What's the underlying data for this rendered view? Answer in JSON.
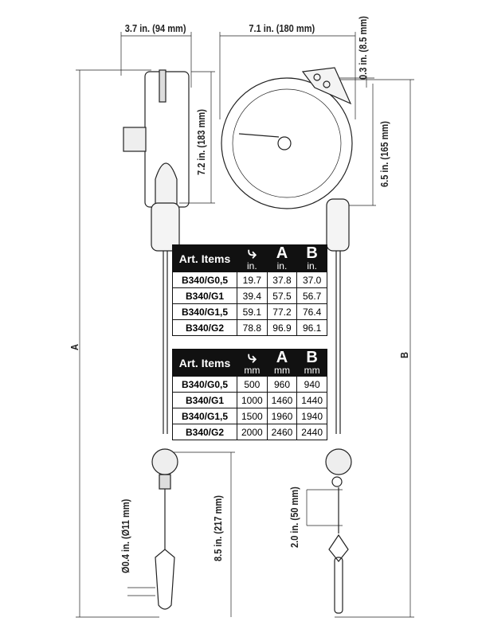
{
  "dimensions": {
    "width_side": "3.7 in. (94 mm)",
    "width_front": "7.1 in. (180 mm)",
    "offset_top": "0.3 in. (8.5 mm)",
    "height_side": "7.2 in. (183 mm)",
    "height_front": "6.5 in. (165 mm)",
    "label_a": "A",
    "label_b": "B",
    "cable_diameter": "Ø0.4 in. (Ø11 mm)",
    "hook_length": "8.5 in. (217 mm)",
    "eye_length": "2.0 in. (50 mm)"
  },
  "table_in": {
    "headers": [
      "Art. Items",
      "A",
      "B"
    ],
    "units": [
      "in.",
      "in.",
      "in."
    ],
    "rows": [
      [
        "B340/G0,5",
        "19.7",
        "37.8",
        "37.0"
      ],
      [
        "B340/G1",
        "39.4",
        "57.5",
        "56.7"
      ],
      [
        "B340/G1,5",
        "59.1",
        "77.2",
        "76.4"
      ],
      [
        "B340/G2",
        "78.8",
        "96.9",
        "96.1"
      ]
    ]
  },
  "table_mm": {
    "headers": [
      "Art. Items",
      "A",
      "B"
    ],
    "units": [
      "mm",
      "mm",
      "mm"
    ],
    "rows": [
      [
        "B340/G0,5",
        "500",
        "960",
        "940"
      ],
      [
        "B340/G1",
        "1000",
        "1460",
        "1440"
      ],
      [
        "B340/G1,5",
        "1500",
        "1960",
        "1940"
      ],
      [
        "B340/G2",
        "2000",
        "2460",
        "2440"
      ]
    ]
  },
  "icons": {
    "stroke": "cable-stroke-icon"
  }
}
